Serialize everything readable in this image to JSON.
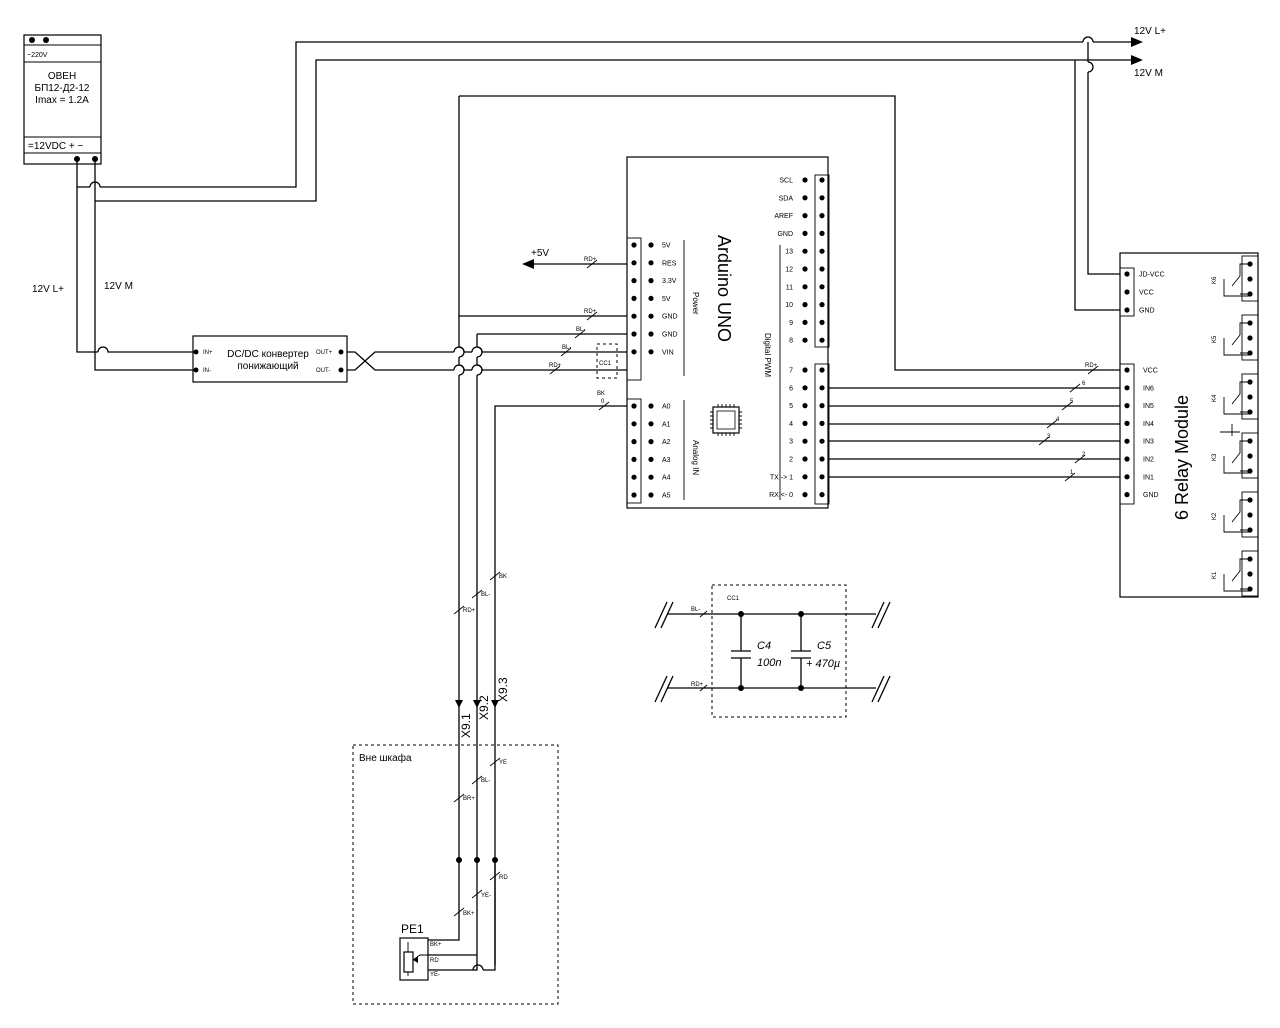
{
  "psu": {
    "input": "~220V",
    "name": "ОВЕН",
    "model": "БП12-Д2-12",
    "imax": "Imax = 1.2A",
    "output": "=12VDC +  −"
  },
  "rails": {
    "lplus": "12V L+",
    "minus": "12V M",
    "left_lplus": "12V L+",
    "left_minus": "12V M",
    "plus5": "+5V"
  },
  "dcdc": {
    "title": "DC/DC конвертер",
    "subtitle": "понижающий",
    "pins": [
      "IN+",
      "IN-",
      "OUT+",
      "OUT-"
    ]
  },
  "arduino": {
    "title": "Arduino UNO",
    "power_label": "Power",
    "analog_label": "Analog IN",
    "digital_label": "Digital PWM",
    "power_pins": [
      "5V",
      "RES",
      "3.3V",
      "5V",
      "GND",
      "GND",
      "VIN"
    ],
    "analog_pins": [
      "A0",
      "A1",
      "A2",
      "A3",
      "A4",
      "A5"
    ],
    "digital_top": [
      "SCL",
      "SDA",
      "AREF",
      "GND",
      "13",
      "12",
      "11",
      "10",
      "9",
      "8"
    ],
    "digital_bottom": [
      "7",
      "6",
      "5",
      "4",
      "3",
      "2",
      "TX -> 1",
      "RX <- 0"
    ]
  },
  "relay": {
    "title": "6 Relay Module",
    "top_pins": [
      "JD-VCC",
      "VCC",
      "GND"
    ],
    "pins": [
      "VCC",
      "IN6",
      "IN5",
      "IN4",
      "IN3",
      "IN2",
      "IN1",
      "GND"
    ],
    "relays": [
      "K6",
      "K5",
      "K4",
      "K3",
      "K2",
      "K1"
    ]
  },
  "wire_labels": {
    "rd_plus": "RD+",
    "bl_minus": "BL-",
    "bk": "BK",
    "zero": "0",
    "cc1": "CC1",
    "in_numbers": [
      "6",
      "5",
      "4",
      "3",
      "2",
      "1"
    ],
    "bus": [
      "RD+",
      "BL-",
      "BK"
    ],
    "outside": [
      "BR+",
      "BL-",
      "YE"
    ],
    "sensor_side": [
      "BK+",
      "YE-",
      "RD"
    ]
  },
  "connectors": [
    "X9.1",
    "X9.2",
    "X9.3"
  ],
  "outside": {
    "title": "Вне шкафа",
    "sensor": "PE1",
    "sensor_pins": [
      "BK+",
      "RD",
      "YE-"
    ]
  },
  "filter": {
    "title": "CC1",
    "bl": "BL-",
    "rd": "RD+",
    "c4": "C4",
    "c4_value": "100n",
    "c5": "C5",
    "c5_value": "+ 470µ"
  }
}
